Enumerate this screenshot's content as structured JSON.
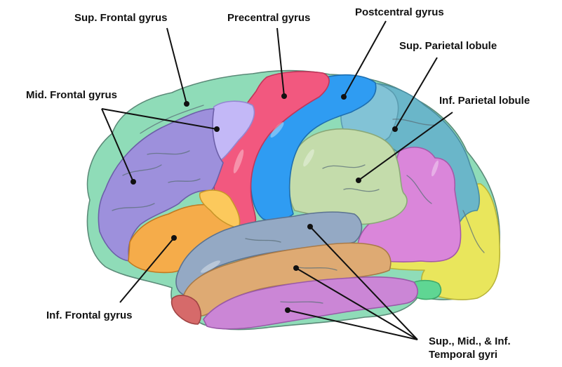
{
  "title": "Lateral view of the brain — cortical gyri and lobules",
  "labels": {
    "sup_frontal": "Sup. Frontal gyrus",
    "precentral": "Precentral gyrus",
    "postcentral": "Postcentral gyrus",
    "sup_parietal": "Sup. Parietal lobule",
    "mid_frontal": "Mid. Frontal gyrus",
    "inf_parietal": "Inf. Parietal lobule",
    "inf_frontal": "Inf. Frontal gyrus",
    "temporal_line1": "Sup., Mid., & Inf.",
    "temporal_line2": "Temporal gyri"
  },
  "regions": [
    {
      "name": "superior-frontal-gyrus",
      "color": "#8fdcb8"
    },
    {
      "name": "middle-frontal-gyrus",
      "color": "#9d90dc"
    },
    {
      "name": "middle-frontal-gyrus-posterior",
      "color": "#c3b8f7"
    },
    {
      "name": "inferior-frontal-gyrus",
      "color": "#f5ac4a"
    },
    {
      "name": "inferior-frontal-pars-opercularis",
      "color": "#fcc95c"
    },
    {
      "name": "precentral-gyrus",
      "color": "#f2587f"
    },
    {
      "name": "postcentral-gyrus",
      "color": "#2f9cf2"
    },
    {
      "name": "superior-parietal-lobule",
      "color": "#82c3d6"
    },
    {
      "name": "parietal-occipital-area",
      "color": "#6ab6c9"
    },
    {
      "name": "inferior-parietal-lobule",
      "color": "#c4dcab"
    },
    {
      "name": "supramarginal-angular-area",
      "color": "#da86da"
    },
    {
      "name": "occipital-lobe",
      "color": "#e9e65c"
    },
    {
      "name": "superior-temporal-gyrus",
      "color": "#94a9c4"
    },
    {
      "name": "middle-temporal-gyrus",
      "color": "#deaa73"
    },
    {
      "name": "inferior-temporal-gyrus",
      "color": "#cb86d6"
    },
    {
      "name": "temporal-pole",
      "color": "#d66a6a"
    },
    {
      "name": "small-occipital-region",
      "color": "#5fd693"
    }
  ],
  "colors": {
    "leader_line": "#111111",
    "outline": "#5b6f78"
  }
}
